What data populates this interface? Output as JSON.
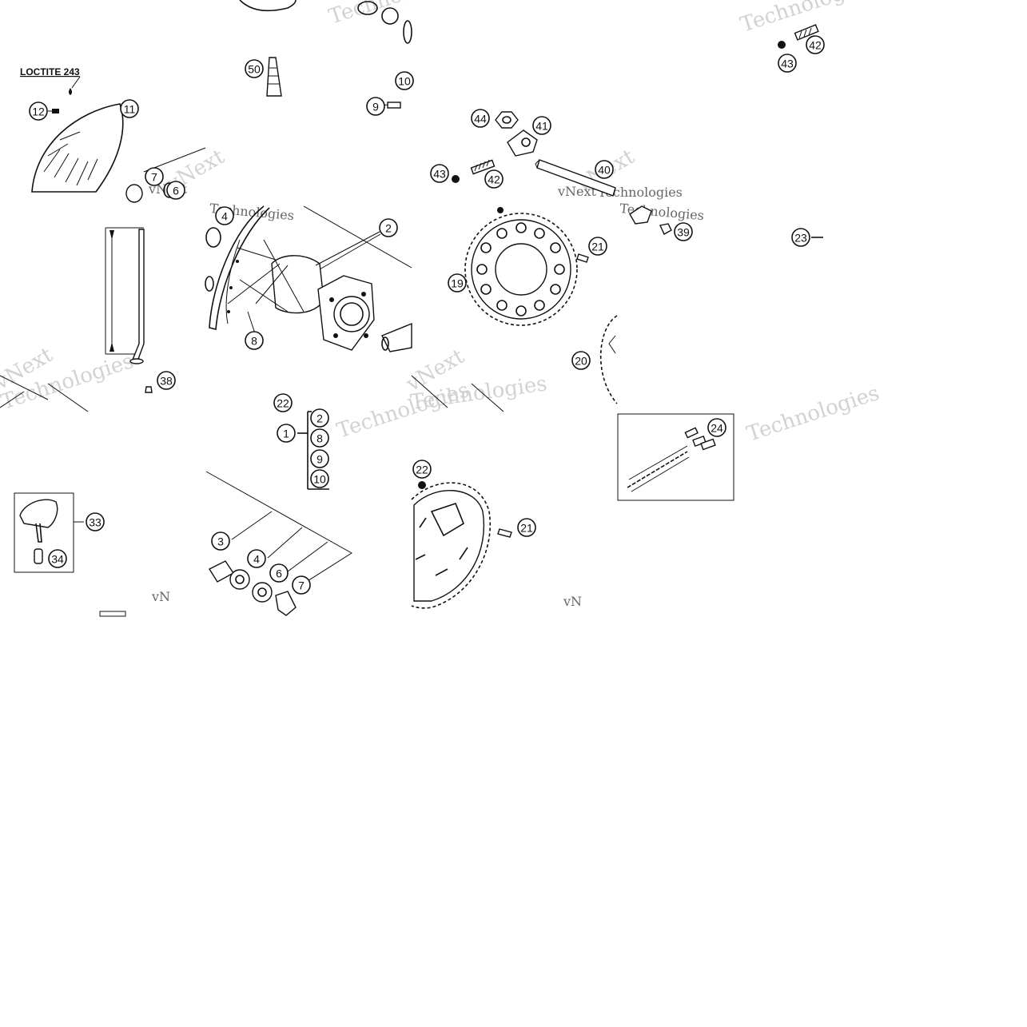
{
  "diagram": {
    "note_label": "LOCTITE 243",
    "watermark_brand": "vNext",
    "watermark_word": "Technologies",
    "watermark_short": "vN",
    "colors": {
      "ink": "#111111",
      "background": "#ffffff",
      "watermark": "#d2d2d2"
    },
    "callouts": [
      {
        "id": "c50",
        "label": "50"
      },
      {
        "id": "c10a",
        "label": "10"
      },
      {
        "id": "c9",
        "label": "9"
      },
      {
        "id": "c12",
        "label": "12"
      },
      {
        "id": "c11",
        "label": "11"
      },
      {
        "id": "c7a",
        "label": "7"
      },
      {
        "id": "c6a",
        "label": "6"
      },
      {
        "id": "c42a",
        "label": "42"
      },
      {
        "id": "c43a",
        "label": "43"
      },
      {
        "id": "c44",
        "label": "44"
      },
      {
        "id": "c41",
        "label": "41"
      },
      {
        "id": "c40",
        "label": "40"
      },
      {
        "id": "c43b",
        "label": "43"
      },
      {
        "id": "c42b",
        "label": "42"
      },
      {
        "id": "c4a",
        "label": "4"
      },
      {
        "id": "c2a",
        "label": "2"
      },
      {
        "id": "c8a",
        "label": "8"
      },
      {
        "id": "c38",
        "label": "38"
      },
      {
        "id": "c21a",
        "label": "21"
      },
      {
        "id": "c19",
        "label": "19"
      },
      {
        "id": "c20",
        "label": "20"
      },
      {
        "id": "c39",
        "label": "39"
      },
      {
        "id": "c23",
        "label": "23"
      },
      {
        "id": "c22a",
        "label": "22"
      },
      {
        "id": "c1",
        "label": "1"
      },
      {
        "id": "c2b",
        "label": "2"
      },
      {
        "id": "c8b",
        "label": "8"
      },
      {
        "id": "c9b",
        "label": "9"
      },
      {
        "id": "c10b",
        "label": "10"
      },
      {
        "id": "c33",
        "label": "33"
      },
      {
        "id": "c34",
        "label": "34"
      },
      {
        "id": "c3",
        "label": "3"
      },
      {
        "id": "c4b",
        "label": "4"
      },
      {
        "id": "c6b",
        "label": "6"
      },
      {
        "id": "c7b",
        "label": "7"
      },
      {
        "id": "c22b",
        "label": "22"
      },
      {
        "id": "c21b",
        "label": "21"
      },
      {
        "id": "c24",
        "label": "24"
      }
    ]
  }
}
